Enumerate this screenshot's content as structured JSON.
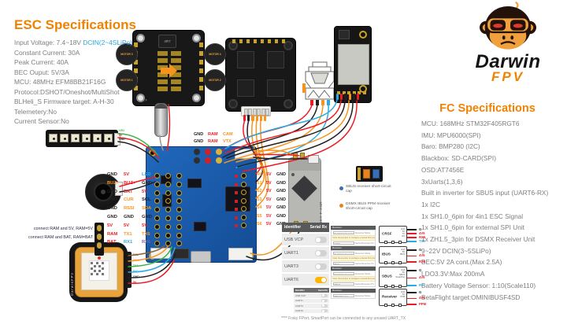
{
  "esc_specs": {
    "title": "ESC Specifications",
    "lines": [
      [
        {
          "t": "Input Voltage: 7.4~18V "
        },
        {
          "t": "DCIN(2~4SLiPo)",
          "c": "#2ba7df"
        }
      ],
      [
        {
          "t": "Constant Current: 30A"
        }
      ],
      [
        {
          "t": "Peak Current: 40A"
        }
      ],
      [
        {
          "t": "BEC Ouput: 5V/3A"
        }
      ],
      [
        {
          "t": "MCU: 48MHz EFM8BB21F16G"
        }
      ],
      [
        {
          "t": "Protocol:DSHOT/Oneshot/MultiShot"
        }
      ],
      [
        {
          "t": "BLHeli_S Firmware target:  A-H-30"
        }
      ],
      [
        {
          "t": "Telemetery:No"
        }
      ],
      [
        {
          "t": "Current Sensor:No"
        }
      ]
    ]
  },
  "fc_specs": {
    "title": "FC Specifications",
    "lines": [
      [
        {
          "t": "MCU: 168MHz STM32F405RGT6"
        }
      ],
      [
        {
          "t": "IMU: MPU6000(SPI)"
        }
      ],
      [
        {
          "t": "Baro: BMP280 (I2C)"
        }
      ],
      [
        {
          "t": "Blackbox: SD-CARD(SPI)"
        }
      ],
      [
        {
          "t": "OSD:AT7456E"
        }
      ],
      [
        {
          "t": "3xUarts(1,3,6)"
        }
      ],
      [
        {
          "t": "Built in inverter for SBUS input (UART6-RX)"
        }
      ],
      [
        {
          "t": "1x I2C"
        }
      ],
      [
        {
          "t": "1x SH1.0_6pin for 4in1 ESC Signal"
        }
      ],
      [
        {
          "t": "1x SH1.0_6pin for external SPI Unit"
        }
      ],
      [
        {
          "t": "1x ZH1.5_3pin for DSMX Receiver Unit"
        }
      ],
      [
        {
          "t": "9~22V DCIN(3~5SLiPo)"
        }
      ],
      [
        {
          "t": "BEC:5V 2A cont.(Max 2.5A)"
        }
      ],
      [
        {
          "t": "LDO3.3V:Max 200mA"
        }
      ],
      [
        {
          "t": "Battery Voltage Sensor: 1:10(Scale110)"
        }
      ],
      [
        {
          "t": "BetaFlight target:OMINIBUSF4SD"
        }
      ]
    ]
  },
  "logo": {
    "name": "Darwin",
    "sub": "FPV"
  },
  "esc_board": {
    "inductor": "4R7",
    "ver": "Ver 2.1",
    "fw": "BLHeli_S"
  },
  "motors": [
    "MOTOR 3",
    "MOTOR 4",
    "MOTOR 1",
    "MOTOR 2"
  ],
  "led_strip": {
    "labels": [
      {
        "t": "LED",
        "c": "#39b54a"
      },
      {
        "t": "5V",
        "c": "#ed1c24"
      },
      {
        "t": "GND",
        "c": "#231f20"
      }
    ]
  },
  "fc_left_pins": {
    "rows": [
      [
        {
          "t": "GND",
          "c": "#231f20"
        },
        {
          "t": "5V",
          "c": "#ed1c24"
        },
        {
          "t": "LED",
          "c": "#29abe2"
        }
      ],
      [
        {
          "t": "BUZ-",
          "c": "#f7941d"
        },
        {
          "t": "BUZ+",
          "c": "#ed1c24"
        },
        {
          "t": "GND",
          "c": "#231f20"
        }
      ],
      [
        {
          "t": "GND",
          "c": "#231f20"
        },
        {
          "t": "BAT",
          "c": "#ed1c24"
        },
        {
          "t": "5V",
          "c": "#ed1c24"
        }
      ],
      [
        {
          "t": "GND",
          "c": "#231f20"
        },
        {
          "t": "CUR",
          "c": "#f7941d"
        },
        {
          "t": "SCL",
          "c": "#231f20"
        }
      ],
      [
        {
          "t": "GND",
          "c": "#231f20"
        },
        {
          "t": "RSSI",
          "c": "#f7941d"
        },
        {
          "t": "SDA",
          "c": "#f7941d"
        }
      ],
      [
        {
          "t": "GND",
          "c": "#231f20"
        },
        {
          "t": "GND",
          "c": "#231f20"
        },
        {
          "t": "GND",
          "c": "#231f20"
        }
      ],
      [
        {
          "t": "5V",
          "c": "#ed1c24"
        },
        {
          "t": "5V",
          "c": "#ed1c24"
        },
        {
          "t": "5V",
          "c": "#ed1c24"
        }
      ],
      [
        {
          "t": "RAM",
          "c": "#ed1c24"
        },
        {
          "t": "TX1",
          "c": "#f7941d"
        },
        {
          "t": "TX6",
          "c": "#f7941d"
        }
      ],
      [
        {
          "t": "BAT",
          "c": "#ed1c24"
        },
        {
          "t": "RX1",
          "c": "#29abe2"
        },
        {
          "t": "RX6",
          "c": "#7b5ea7"
        }
      ]
    ]
  },
  "fc_right_pins": {
    "rows": [
      [
        {
          "t": "RC",
          "c": "#f7941d"
        },
        {
          "t": "5V",
          "c": "#ed1c24"
        },
        {
          "t": "GND",
          "c": "#231f20"
        }
      ],
      [
        {
          "t": "S1",
          "c": "#f7941d"
        },
        {
          "t": "5V",
          "c": "#ed1c24"
        },
        {
          "t": "GND",
          "c": "#231f20"
        }
      ],
      [
        {
          "t": "S2",
          "c": "#f7941d"
        },
        {
          "t": "5V",
          "c": "#ed1c24"
        },
        {
          "t": "GND",
          "c": "#231f20"
        }
      ],
      [
        {
          "t": "S3",
          "c": "#f7941d"
        },
        {
          "t": "5V",
          "c": "#ed1c24"
        },
        {
          "t": "GND",
          "c": "#231f20"
        }
      ],
      [
        {
          "t": "S4",
          "c": "#f7941d"
        },
        {
          "t": "5V",
          "c": "#ed1c24"
        },
        {
          "t": "GND",
          "c": "#231f20"
        }
      ],
      [
        {
          "t": "S5",
          "c": "#f7941d"
        },
        {
          "t": "5V",
          "c": "#ed1c24"
        },
        {
          "t": "GND",
          "c": "#231f20"
        }
      ],
      [
        {
          "t": "S6",
          "c": "#f7941d"
        },
        {
          "t": "5V",
          "c": "#ed1c24"
        },
        {
          "t": "GND",
          "c": "#231f20"
        }
      ]
    ]
  },
  "fc_top_pads": {
    "rows": [
      [
        {
          "t": "GND",
          "c": "#231f20"
        },
        {
          "t": "RAM",
          "c": "#ed1c24"
        },
        {
          "t": "CAM",
          "c": "#f7941d"
        }
      ],
      [
        {
          "t": "GND",
          "c": "#231f20"
        },
        {
          "t": "RAM",
          "c": "#ed1c24"
        },
        {
          "t": "VTX",
          "c": "#f7941d"
        }
      ]
    ]
  },
  "jumper_notes": [
    "connect RAM and 5V, RAM=5V",
    "connect RAM and BAT, RAM=BAT"
  ],
  "gps": {
    "brand": "DarwinFPV",
    "labels": [
      {
        "t": "SCL",
        "c": "#8c6239"
      },
      {
        "t": "SDA",
        "c": "#f7941d"
      },
      {
        "t": "TX1",
        "c": "#39b54a"
      },
      {
        "t": "RX1",
        "c": "#29abe2"
      },
      {
        "t": "GND",
        "c": "#231f20"
      },
      {
        "t": "5V",
        "c": "#ed1c24"
      }
    ]
  },
  "receiver_module": {
    "name": "FRSKY F-XSR"
  },
  "jumper_legend": {
    "items": [
      {
        "dot": "#3a6eb5",
        "text": "SBUS receiver short-circuit cap"
      },
      {
        "dot": "#e8821e",
        "text": "DSMX IBUS PPM receiver short-circuit cap"
      }
    ]
  },
  "ports_panel": {
    "header": [
      "Identifier",
      "Serial Rx"
    ],
    "rows": [
      {
        "id": "USB VCP",
        "on": false
      },
      {
        "id": "UART1",
        "on": false
      },
      {
        "id": "UART3",
        "on": false
      },
      {
        "id": "UART6",
        "on": true
      }
    ]
  },
  "ports_mini": {
    "header": [
      "Identifier",
      "Serial Rx"
    ],
    "rows": [
      {
        "id": "USB VCP",
        "on": false
      },
      {
        "id": "UART1",
        "on": false
      },
      {
        "id": "UART3",
        "on": false
      },
      {
        "id": "UART6",
        "on": false
      }
    ]
  },
  "receiver_panels": [
    {
      "header": "Receiver",
      "mode": "Serial-based receiver (SPEKSAT,S...",
      "mode_label": "Receiver Mode",
      "note": "Note: Remember to configure a Serial Port (via Ports tab) when using a serial-based receiver.",
      "provider": "CRSF",
      "provider_label": "Serial Receiver Provider"
    },
    {
      "header": "Receiver",
      "mode": "Serial-based receiver (SPEKSAT,S...",
      "mode_label": "Receiver Mode",
      "note": "Note: Remember to configure a Serial Port (via Ports tab) when using a serial-based receiver.",
      "provider": "IBUS",
      "provider_label": "Serial Receiver Provider"
    },
    {
      "header": "Receiver",
      "mode": "Serial-based receiver (SPEKSAT,S...",
      "mode_label": "Receiver Mode",
      "note": "Note: Remember to configure a Serial Port (via Ports tab) when using a serial-based receiver.",
      "provider": "SBUS",
      "provider_label": "Serial Receiver Provider"
    },
    {
      "header": "Receiver",
      "mode": "PPM RX input",
      "mode_label": "Receiver Mode"
    }
  ],
  "wire_boxes": [
    {
      "name": "CRSF",
      "pins": [
        "Gnd",
        "5V",
        "TX",
        "RX"
      ],
      "wires": [
        {
          "label": "G",
          "color": "#231f20"
        },
        {
          "label": "4V5",
          "color": "#ed1c24"
        },
        {
          "label": "RX6",
          "color": "#ed1c24"
        },
        {
          "label": "TX6",
          "color": "#29abe2"
        }
      ]
    },
    {
      "name": "IBUS",
      "pins": [
        "Gnd",
        "5V",
        "IBUS"
      ],
      "wires": [
        {
          "label": "G",
          "color": "#231f20"
        },
        {
          "label": "4V5",
          "color": "#ed1c24"
        },
        {
          "label": "RX6",
          "color": "#ed1c24"
        }
      ]
    },
    {
      "name": "SBUS",
      "pins": [
        "Gnd",
        "5V",
        "SBUS",
        "SmartPort"
      ],
      "wires": [
        {
          "label": "G",
          "color": "#231f20"
        },
        {
          "label": "4V5",
          "color": "#ed1c24"
        },
        {
          "label": "RC",
          "color": "#29abe2"
        }
      ]
    },
    {
      "name": "Receiver",
      "pins": [
        "Gnd",
        "5V",
        "PPM"
      ],
      "wires": [
        {
          "label": "G",
          "color": "#231f20"
        },
        {
          "label": "4V5",
          "color": "#ed1c24"
        },
        {
          "label": "PPM",
          "color": "#ed1c24"
        }
      ]
    }
  ],
  "footnote": "**** Frsky FPort, SmartPort can be connected to any unused UART_TX",
  "colors": {
    "accent": "#ef8200",
    "spec_text": "#7d7e81",
    "blue": "#2ba7df",
    "toggle_on": "#ffb400",
    "pcb_blue": "#1d5fb0"
  }
}
